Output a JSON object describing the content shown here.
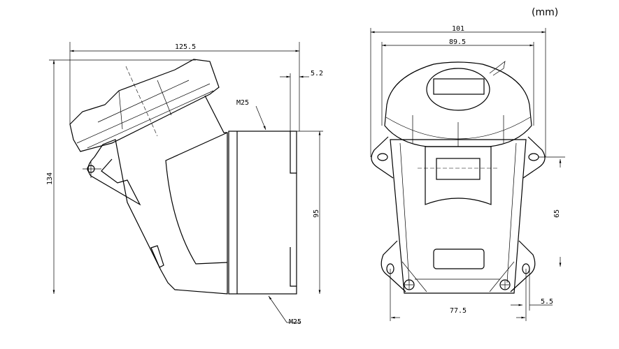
{
  "units": "(mm)",
  "side_view": {
    "width": "125.5",
    "height": "134",
    "box_height": "95",
    "flange_thickness": "5.2",
    "thread_top": "M25",
    "thread_bottom": "M25"
  },
  "front_view": {
    "overall_width": "101",
    "cover_width": "89.5",
    "hole_vertical_spacing": "65",
    "hole_horizontal_spacing": "77.5",
    "hole_diameter": "5.5"
  }
}
